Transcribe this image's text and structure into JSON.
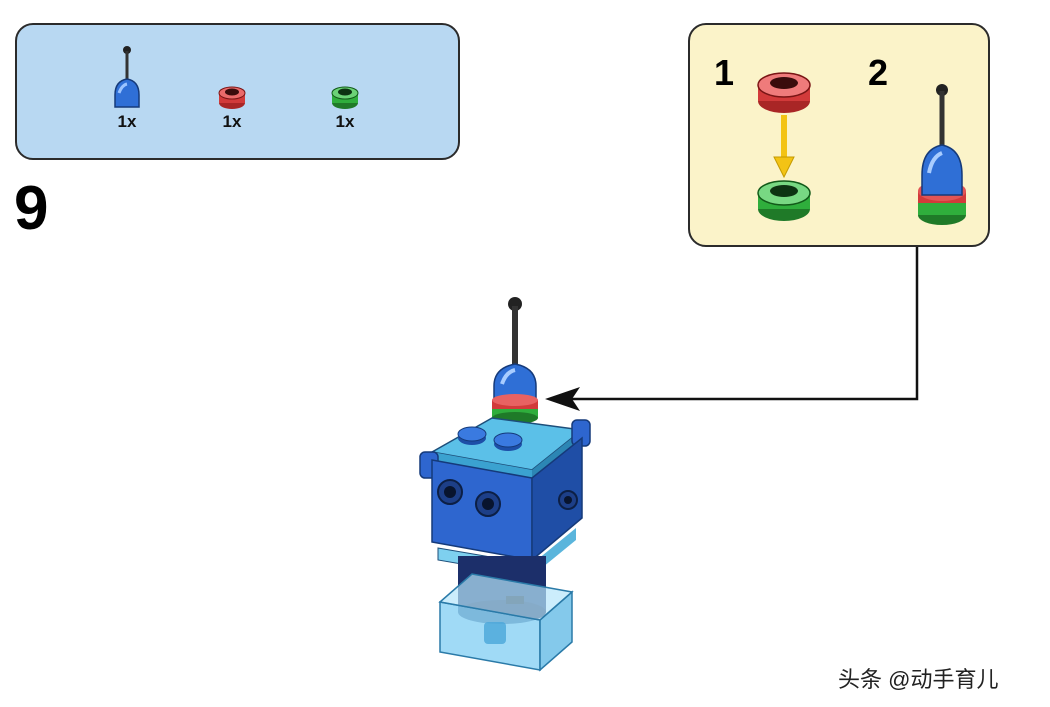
{
  "step": {
    "number": "9"
  },
  "parts_list": [
    {
      "name": "blue-antenna-cone",
      "quantity": "1x",
      "color": "#2f6fd6"
    },
    {
      "name": "red-transparent-round-plate",
      "quantity": "1x",
      "color": "#d23a3a"
    },
    {
      "name": "green-transparent-round-plate",
      "quantity": "1x",
      "color": "#2fae3c"
    }
  ],
  "sub_assembly": {
    "steps": [
      {
        "number": "1"
      },
      {
        "number": "2"
      }
    ]
  },
  "colors": {
    "parts_box_bg": "#b8d8f2",
    "sub_box_bg": "#fbf3c9",
    "arrow_yellow": "#f3c315",
    "brick_blue": "#2e66cf",
    "transparent_blue": "#8fd3f4"
  },
  "watermark": "头条 @动手育儿"
}
